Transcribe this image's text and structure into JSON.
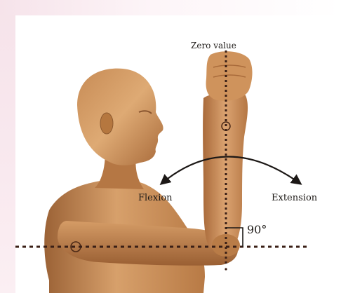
{
  "labels": {
    "zero_value": "Zero value",
    "flexion": "Flexion",
    "extension": "Extension",
    "angle": "90°"
  },
  "colors": {
    "skin_light": "#d9a06a",
    "skin_mid": "#c07f4b",
    "skin_dark": "#8a5630",
    "dotted_line": "#3a1f16",
    "arc": "#1c1816"
  }
}
